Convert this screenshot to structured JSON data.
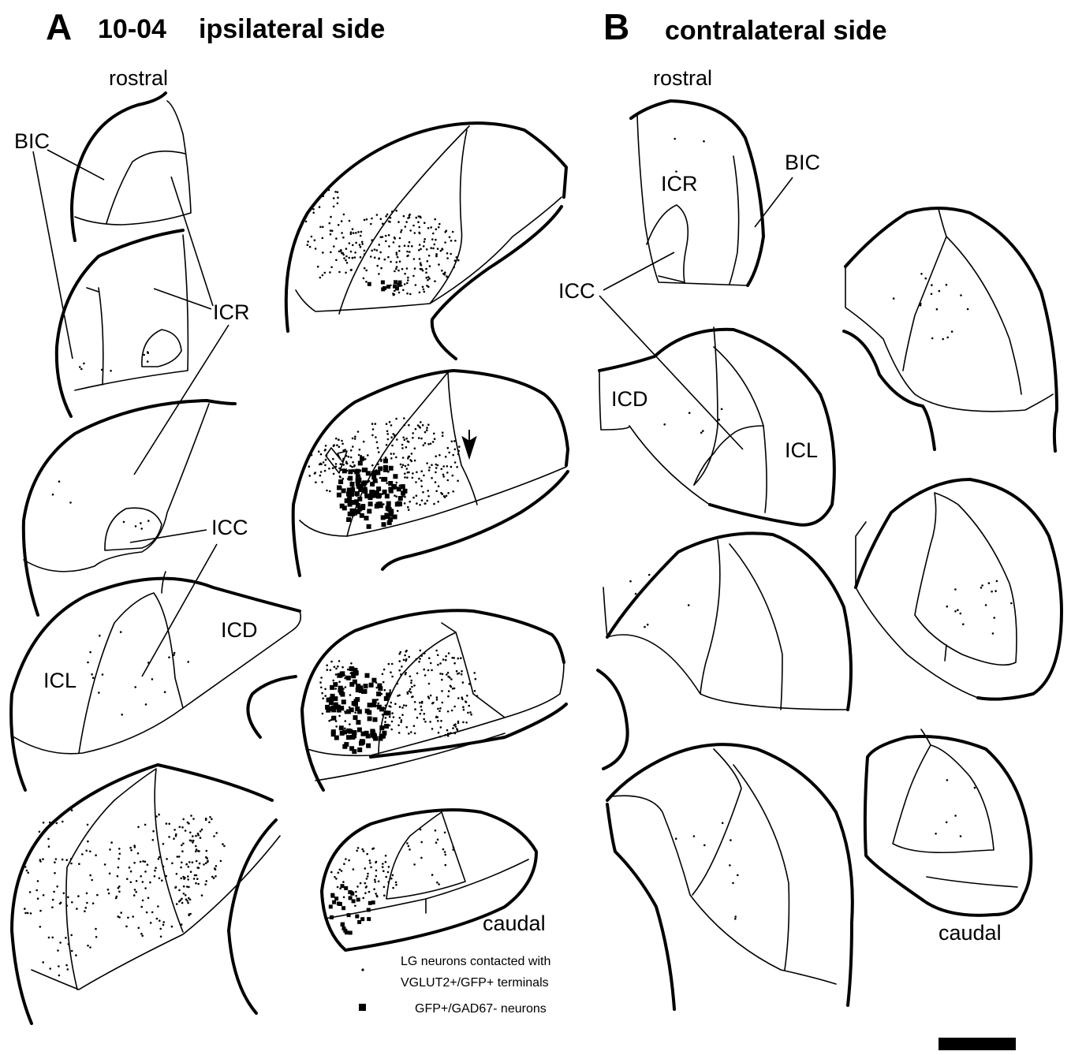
{
  "panel_a": {
    "letter": "A",
    "case_id": "10-04",
    "title": "ipsilateral side",
    "rostral": "rostral",
    "caudal": "caudal",
    "labels": {
      "bic": "BIC",
      "icr": "ICR",
      "icc": "ICC",
      "icd": "ICD",
      "icl": "ICL"
    }
  },
  "panel_b": {
    "letter": "B",
    "title": "contralateral side",
    "rostral": "rostral",
    "caudal": "caudal",
    "labels": {
      "icr": "ICR",
      "bic": "BIC",
      "icc": "ICC",
      "icd": "ICD",
      "icl": "ICL"
    }
  },
  "legend": {
    "dot_line1": "LG neurons contacted with",
    "dot_line2": "VGLUT2+/GFP+ terminals",
    "square_text": "GFP+/GAD67- neurons"
  },
  "colors": {
    "ink": "#000000",
    "background": "#ffffff"
  }
}
